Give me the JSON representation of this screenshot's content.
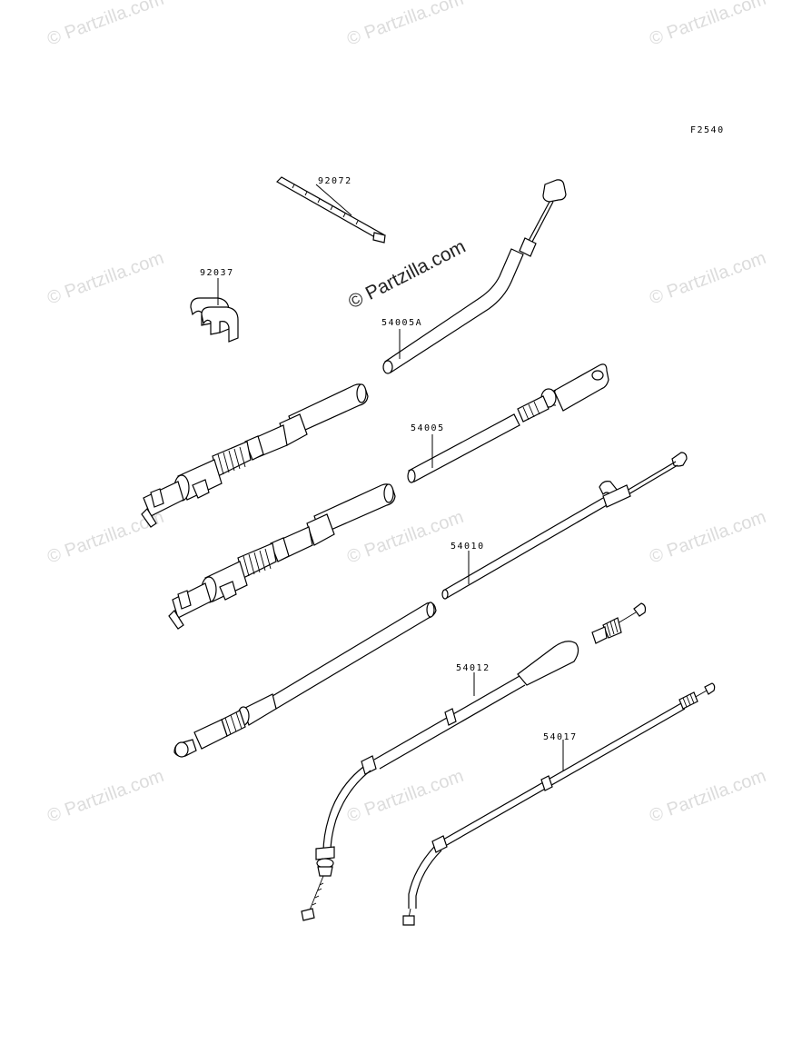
{
  "figure_code": "F2540",
  "watermark_main": "© Partzilla.com",
  "watermark_faint": "© Partzilla.com",
  "parts": [
    {
      "id": "92072"
    },
    {
      "id": "92037"
    },
    {
      "id": "54005A"
    },
    {
      "id": "54005"
    },
    {
      "id": "54010"
    },
    {
      "id": "54012"
    },
    {
      "id": "54017"
    }
  ]
}
